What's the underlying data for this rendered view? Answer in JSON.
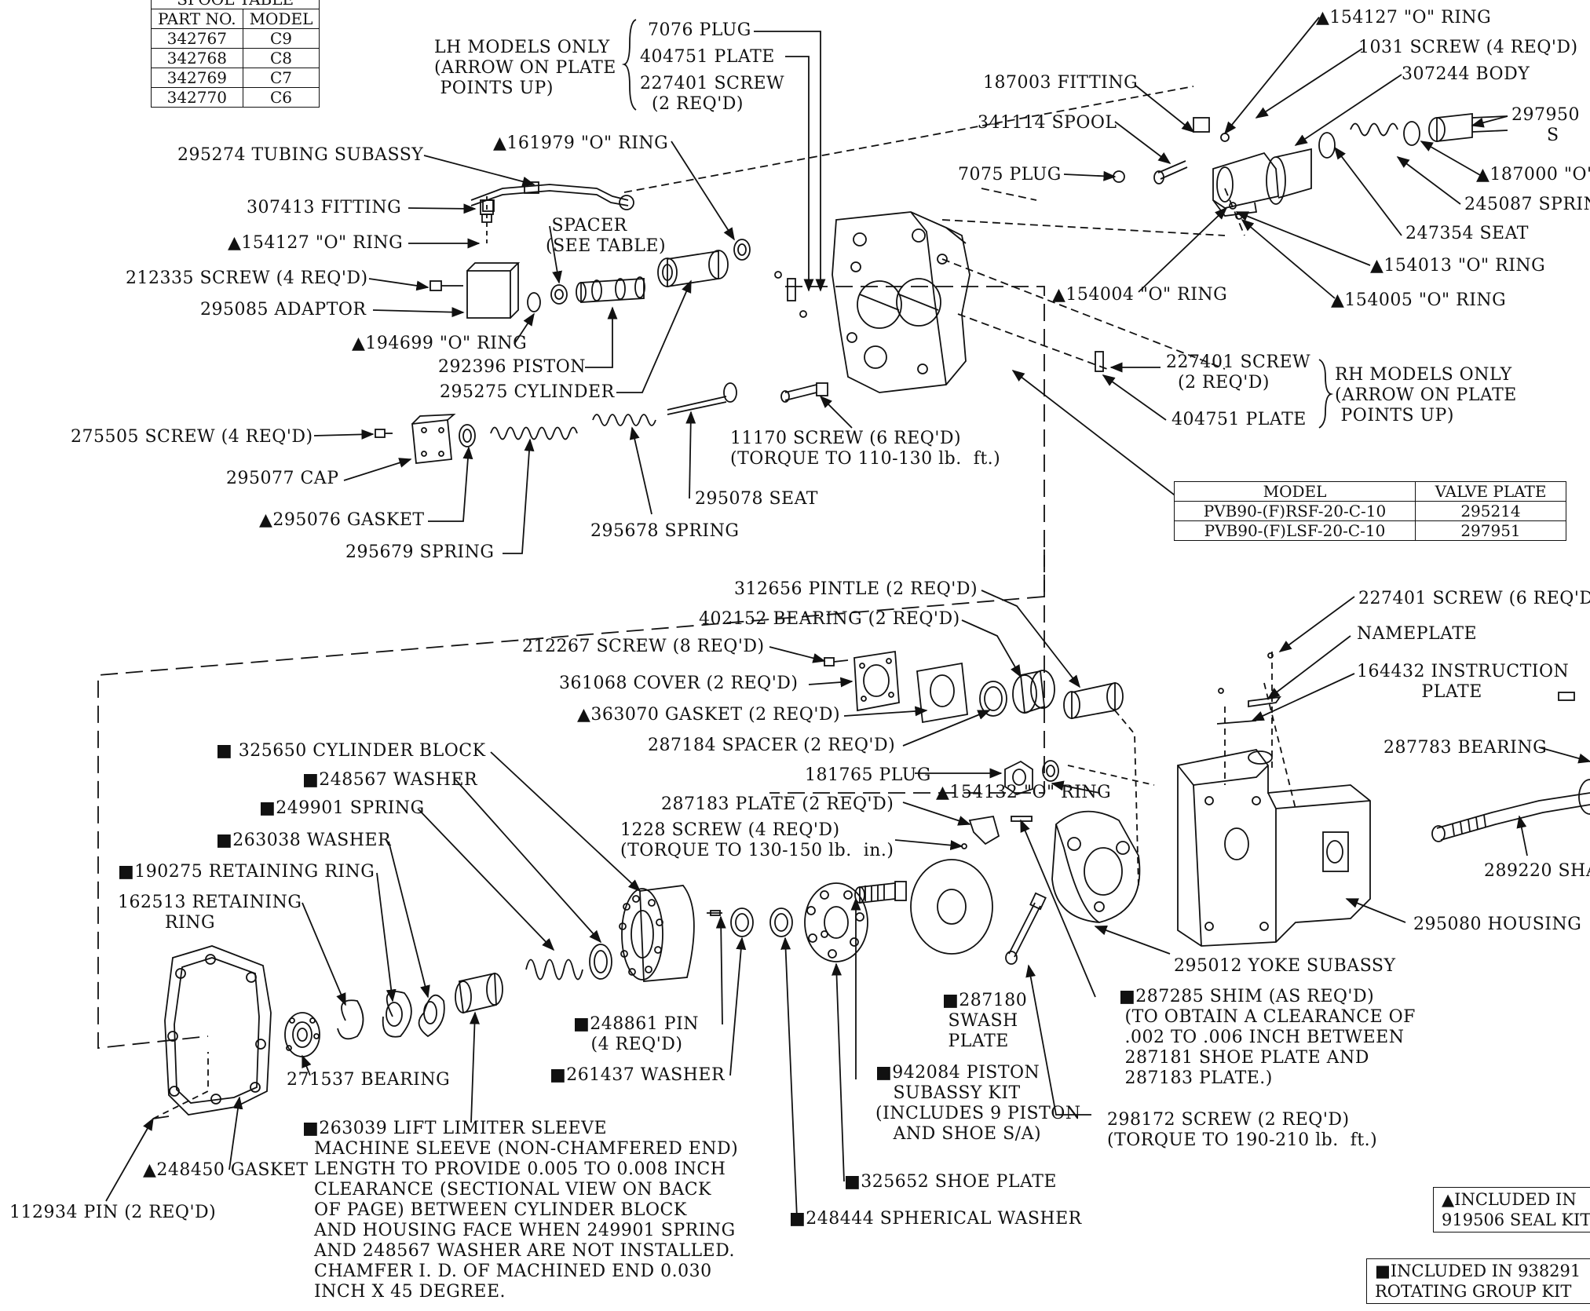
{
  "stroke_color": "#111111",
  "spool_table": {
    "title": "SPOOL TABLE",
    "headers": [
      "PART NO.",
      "MODEL"
    ],
    "rows": [
      [
        "342767",
        "C9"
      ],
      [
        "342768",
        "C8"
      ],
      [
        "342769",
        "C7"
      ],
      [
        "342770",
        "C6"
      ]
    ]
  },
  "valve_table": {
    "headers": [
      "MODEL",
      "VALVE PLATE"
    ],
    "rows": [
      [
        "PVB90-(F)RSF-20-C-10",
        "295214"
      ],
      [
        "PVB90-(F)LSF-20-C-10",
        "297951"
      ]
    ]
  },
  "notes": {
    "seal_kit": "▲INCLUDED IN\n919506 SEAL KIT",
    "rotating_kit": "■INCLUDED IN 938291\nROTATING GROUP KIT"
  },
  "labels": {
    "lh_models": "LH MODELS ONLY\n(ARROW ON PLATE\n POINTS UP)",
    "p7076_plug": "7076 PLUG",
    "p404751_plate_top": "404751 PLATE",
    "p227401_screw_top": "227401 SCREW\n  (2 REQ'D)",
    "p295274_tubing": "295274 TUBING SUBASSY",
    "p161979_oring": "▲161979 \"O\" RING",
    "p307413_fitting": "307413 FITTING",
    "p154127_oring_left": "▲154127 \"O\" RING",
    "spacer_see_table": " SPACER\n(SEE TABLE)",
    "p212335_screw": "212335 SCREW (4 REQ'D)",
    "p295085_adaptor": "295085 ADAPTOR",
    "p194699_oring": "▲194699 \"O\" RING",
    "p292396_piston": "292396 PISTON",
    "p295275_cylinder": "295275 CYLINDER",
    "p275505_screw": "275505 SCREW (4 REQ'D)",
    "p295077_cap": "295077 CAP",
    "p295076_gasket": "▲295076 GASKET",
    "p295679_spring": "295679 SPRING",
    "p295678_spring": "295678 SPRING",
    "p295078_seat": "295078 SEAT",
    "p11170_screw": "11170 SCREW (6 REQ'D)\n(TORQUE TO 110-130 lb.  ft.)",
    "p154127_oring_top": "▲154127 \"O\" RING",
    "p1031_screw": "1031 SCREW (4 REQ'D)",
    "p307244_body": "307244 BODY",
    "p187003_fitting": "187003 FITTING",
    "p341114_spool": "341114 SPOOL",
    "p297950": "297950\n      S",
    "p7075_plug": "7075 PLUG",
    "p187000_oring": "▲187000 \"O\"",
    "p245087_spring": "245087 SPRIN",
    "p247354_seat": "247354 SEAT",
    "p154013_oring": "▲154013 \"O\" RING",
    "p154004_oring": "▲154004 \"O\" RING",
    "p154005_oring": "▲154005 \"O\" RING",
    "p227401_screw_rh": "227401 SCREW\n  (2 REQ'D)",
    "rh_models": "RH MODELS ONLY\n(ARROW ON PLATE\n POINTS UP)",
    "p404751_plate_rh": "404751 PLATE",
    "p312656_pintle": "312656 PINTLE (2 REQ'D)",
    "p402152_bearing": "402152 BEARING (2 REQ'D)",
    "p212267_screw": "212267 SCREW (8 REQ'D)",
    "p361068_cover": "361068 COVER (2 REQ'D)",
    "p363070_gasket": "▲363070 GASKET (2 REQ'D)",
    "p287184_spacer": "287184 SPACER (2 REQ'D)",
    "p181765_plug": "181765 PLUG",
    "p154132_oring": "▲154132 \"O\" RING",
    "p287183_plate": "287183 PLATE (2 REQ'D)",
    "p1228_screw": "1228 SCREW (4 REQ'D)\n(TORQUE TO 130-150 lb.  in.)",
    "p227401_screw_6": "227401 SCREW (6 REQ'D",
    "nameplate": "NAMEPLATE",
    "p164432_instruction": "164432 INSTRUCTION\n           PLATE",
    "p287783_bearing": "287783 BEARING",
    "p289220_shaft": "289220 SHA",
    "p295080_housing": "295080 HOUSING",
    "p325650_block": "■ 325650 CYLINDER BLOCK",
    "p248567_washer": "■248567 WASHER",
    "p249901_spring": "■249901 SPRING",
    "p263038_washer": "■263038 WASHER",
    "p190275_ring": "■190275 RETAINING RING",
    "p162513_ring": "162513 RETAINING\n        RING",
    "p271537_bearing": "271537 BEARING",
    "p248861_pin": "■248861 PIN\n   (4 REQ'D)",
    "p261437_washer": "■261437 WASHER",
    "p287180_swash": "■287180\n SWASH\n PLATE",
    "p295012_yoke": "295012 YOKE SUBASSY",
    "p287285_shim": "■287285 SHIM (AS REQ'D)\n (TO OBTAIN A CLEARANCE OF\n .002 TO .006 INCH BETWEEN\n 287181 SHOE PLATE AND\n 287183 PLATE.)",
    "p942084_kit": "■942084 PISTON\n   SUBASSY KIT\n(INCLUDES 9 PISTON\n   AND SHOE S/A)",
    "p298172_screw": "298172 SCREW (2 REQ'D)\n(TORQUE TO 190-210 lb.  ft.)",
    "p325652_shoe": "■325652 SHOE PLATE",
    "p248444_washer": "■248444 SPHERICAL WASHER",
    "p248450_gasket": "▲248450 GASKET",
    "p112934_pin": "112934 PIN (2 REQ'D)",
    "p263039_sleeve": "■263039 LIFT LIMITER SLEEVE\n  MACHINE SLEEVE (NON-CHAMFERED END)\n  LENGTH TO PROVIDE 0.005 TO 0.008 INCH\n  CLEARANCE (SECTIONAL VIEW ON BACK\n  OF PAGE) BETWEEN CYLINDER BLOCK\n  AND HOUSING FACE WHEN 249901 SPRING\n  AND 248567 WASHER ARE NOT INSTALLED.\n  CHAMFER I. D. OF MACHINED END 0.030\n  INCH X 45 DEGREE."
  }
}
